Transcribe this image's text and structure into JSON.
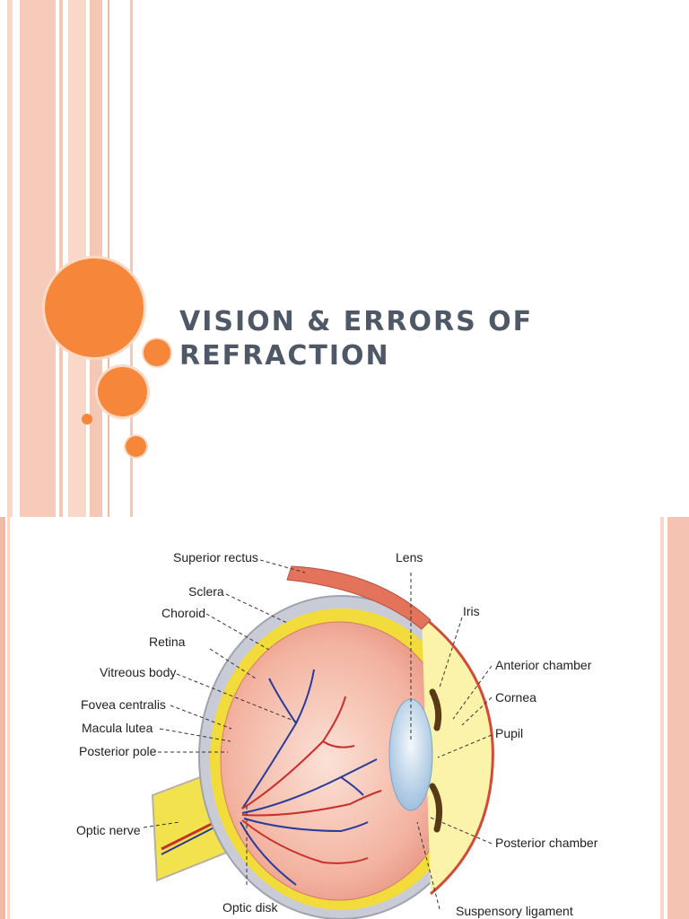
{
  "slide1": {
    "title_line1": "VISION & ERRORS OF",
    "title_line2": "REFRACTION"
  },
  "slide2": {
    "labels": {
      "superior_rectus": "Superior rectus",
      "sclera": "Sclera",
      "choroid": "Choroid",
      "retina": "Retina",
      "vitreous_body": "Vitreous body",
      "fovea_centralis": "Fovea centralis",
      "macula_lutea": "Macula lutea",
      "posterior_pole": "Posterior pole",
      "optic_nerve": "Optic nerve",
      "optic_disk": "Optic disk",
      "lens": "Lens",
      "iris": "Iris",
      "anterior_chamber": "Anterior chamber",
      "cornea": "Cornea",
      "pupil": "Pupil",
      "posterior_chamber": "Posterior chamber",
      "suspensory_ligament": "Suspensory ligament"
    }
  },
  "colors": {
    "accent_orange": "#f5863a",
    "stripe_salmon": "#f3b9a3",
    "stripe_light": "#f9d6c8",
    "title_gray": "#4e5866"
  }
}
